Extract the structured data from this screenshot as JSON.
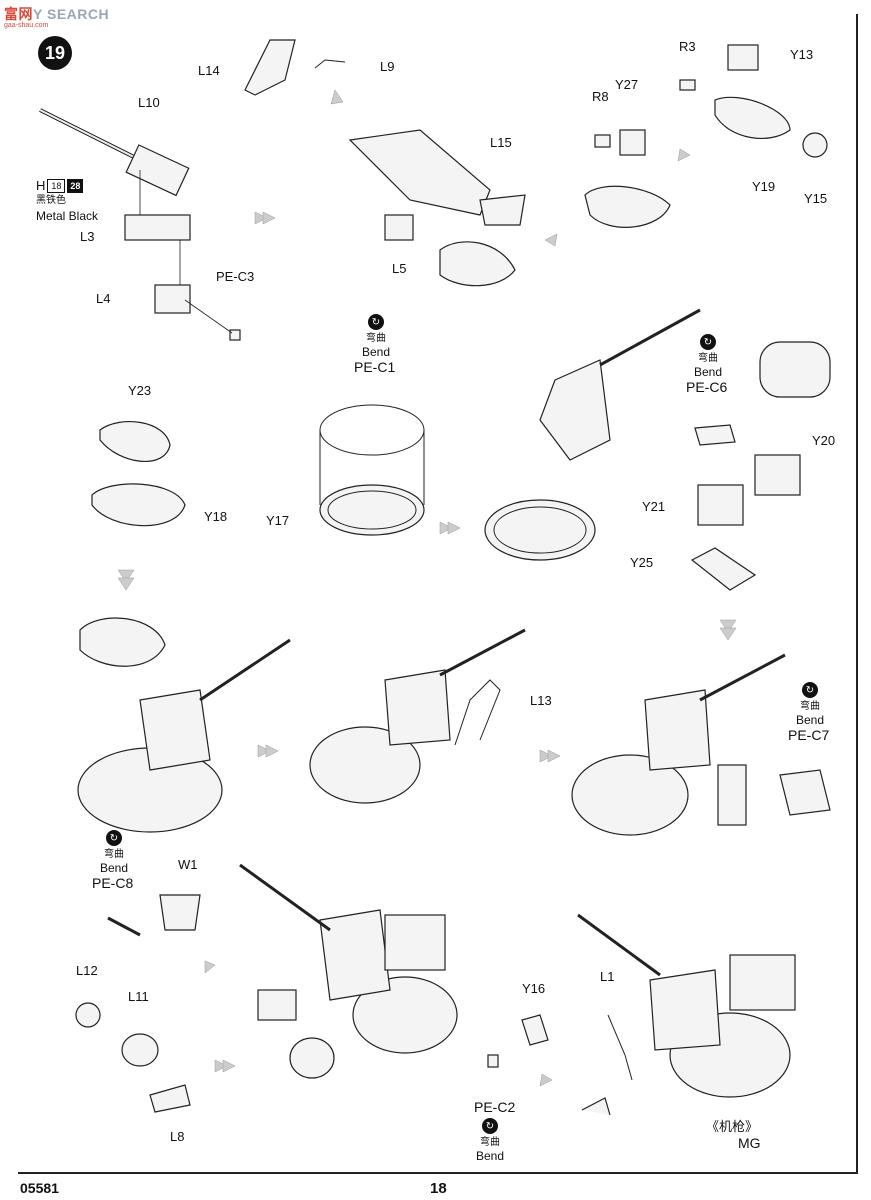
{
  "watermark": {
    "brand_cn": "富",
    "brand_cn2": "网",
    "brand_en": "Y SEARCH",
    "sub": "gaa-shau.com"
  },
  "step": {
    "number": "19"
  },
  "paint": {
    "code": "H",
    "num1": "18",
    "num2": "28",
    "name_cn": "黑铁色",
    "name_en": "Metal Black"
  },
  "bend": {
    "cn": "弯曲",
    "en": "Bend"
  },
  "parts": {
    "L14": "L14",
    "L9": "L9",
    "L10": "L10",
    "L3": "L3",
    "L4": "L4",
    "PE_C3": "PE-C3",
    "L15": "L15",
    "L5": "L5",
    "R3": "R3",
    "Y13": "Y13",
    "R8": "R8",
    "Y27": "Y27",
    "Y19": "Y19",
    "Y15": "Y15",
    "Y23": "Y23",
    "Y18": "Y18",
    "PE_C1": "PE-C1",
    "Y17": "Y17",
    "PE_C6": "PE-C6",
    "Y20": "Y20",
    "Y21": "Y21",
    "Y25": "Y25",
    "L13": "L13",
    "PE_C7": "PE-C7",
    "PE_C8": "PE-C8",
    "W1": "W1",
    "L12": "L12",
    "L11": "L11",
    "L8": "L8",
    "Y16": "Y16",
    "PE_C2": "PE-C2",
    "L1": "L1"
  },
  "caption": {
    "cn": "《机枪》",
    "en": "MG"
  },
  "footer": {
    "code": "05581",
    "page": "18"
  }
}
